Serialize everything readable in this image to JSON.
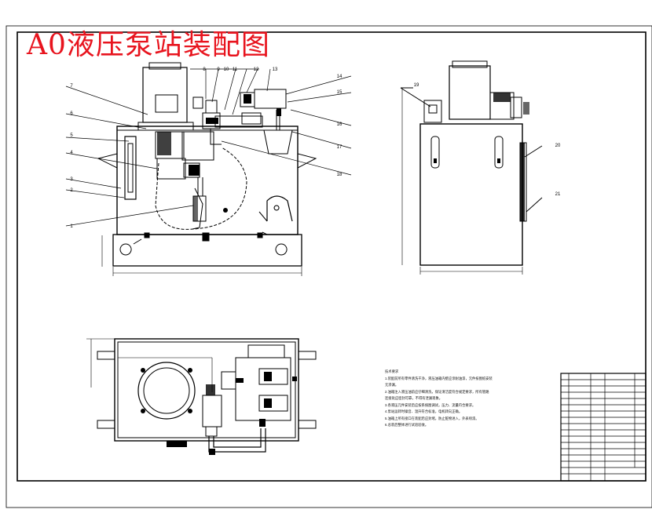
{
  "drawing": {
    "title": "A0液压泵站装配图"
  },
  "balloons": [
    "1",
    "2",
    "3",
    "4",
    "5",
    "6",
    "7",
    "8",
    "9",
    "10",
    "11",
    "12",
    "13",
    "14",
    "15",
    "16",
    "17",
    "18",
    "19",
    "20",
    "21"
  ],
  "tech_notes": [
    "技术要求",
    "1.装配前所有零件清洗干净，液压油箱内壁应涂耐油漆，元件按图纸安装",
    "   无渗漏。",
    "2.油箱注入液压油前应仔细清洗，保证清洁度符合规定要求，所有管路",
    "   连接处应密封可靠，不得有泄漏现象。",
    "3.各液压元件安装后应按系统图调试，压力、流量符合要求。",
    "4.泵站运转时噪音、温升符合标准，电机转向正确。",
    "5.油箱上所有接口在装配后应封堵，防止脏物进入，外表喷漆。",
    "6.总装后整体进行试验验收。"
  ]
}
